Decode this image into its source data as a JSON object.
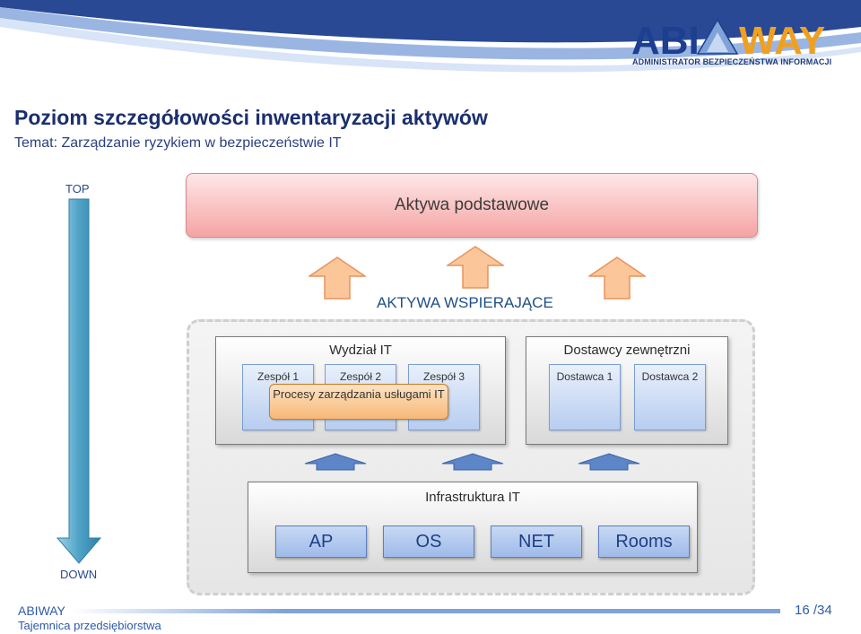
{
  "logo": {
    "text_left": "ABI",
    "text_right": "WAY",
    "tagline": "ADMINISTRATOR BEZPIECZEŃSTWA INFORMACJI"
  },
  "slide": {
    "title": "Poziom szczegółowości inwentaryzacji aktywów",
    "subtitle": "Temat: Zarządzanie ryzykiem w bezpieczeństwie IT"
  },
  "axis": {
    "top_label": "TOP",
    "bottom_label": "DOWN"
  },
  "primary_assets": {
    "label": "Aktywa podstawowe"
  },
  "supporting_assets": {
    "label": "AKTYWA WSPIERAJĄCE"
  },
  "it_department": {
    "title": "Wydział IT",
    "teams": [
      "Zespół 1",
      "Zespół 2",
      "Zespół 3"
    ],
    "process": "Procesy zarządzania usługami  IT"
  },
  "external_vendors": {
    "title": "Dostawcy zewnętrzni",
    "vendors": [
      "Dostawca 1",
      "Dostawca 2"
    ]
  },
  "infrastructure": {
    "title": "Infrastruktura IT",
    "items": [
      "AP",
      "OS",
      "NET",
      "Rooms"
    ]
  },
  "footer": {
    "org": "ABIWAY",
    "confidential": "Tajemnica przedsiębiorstwa",
    "page": "16",
    "total": "/34"
  },
  "colors": {
    "primary_fill": "#f6a3a3",
    "arrow_orange": "#f8b27a",
    "team_blue": "#b7cdf0",
    "vertical_arrow": "#4fa3c7",
    "title_blue": "#1b2f6e"
  }
}
